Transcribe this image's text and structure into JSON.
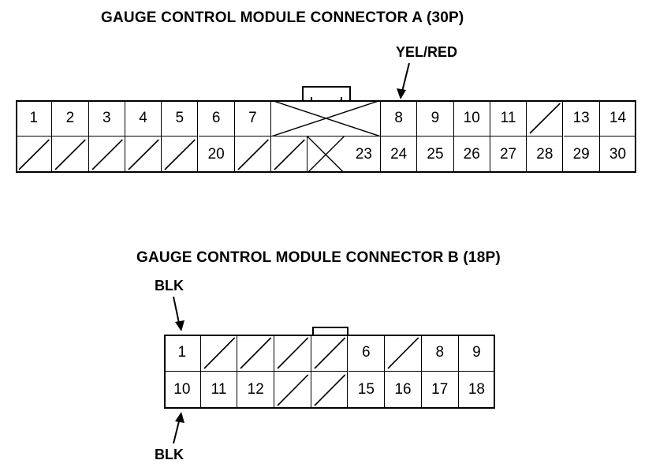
{
  "connector_a": {
    "title": "GAUGE CONTROL MODULE CONNECTOR A (30P)",
    "wire_label": "YEL/RED",
    "row1": [
      "1",
      "2",
      "3",
      "4",
      "5",
      "6",
      "7",
      "8",
      "9",
      "10",
      "11",
      "13",
      "14"
    ],
    "row2": [
      "20",
      "23",
      "24",
      "25",
      "26",
      "27",
      "28",
      "29",
      "30"
    ]
  },
  "connector_b": {
    "title": "GAUGE CONTROL MODULE CONNECTOR B (18P)",
    "wire_label_top": "BLK",
    "wire_label_bottom": "BLK",
    "row1": [
      "1",
      "6",
      "8",
      "9"
    ],
    "row2": [
      "10",
      "11",
      "12",
      "15",
      "16",
      "17",
      "18"
    ]
  }
}
